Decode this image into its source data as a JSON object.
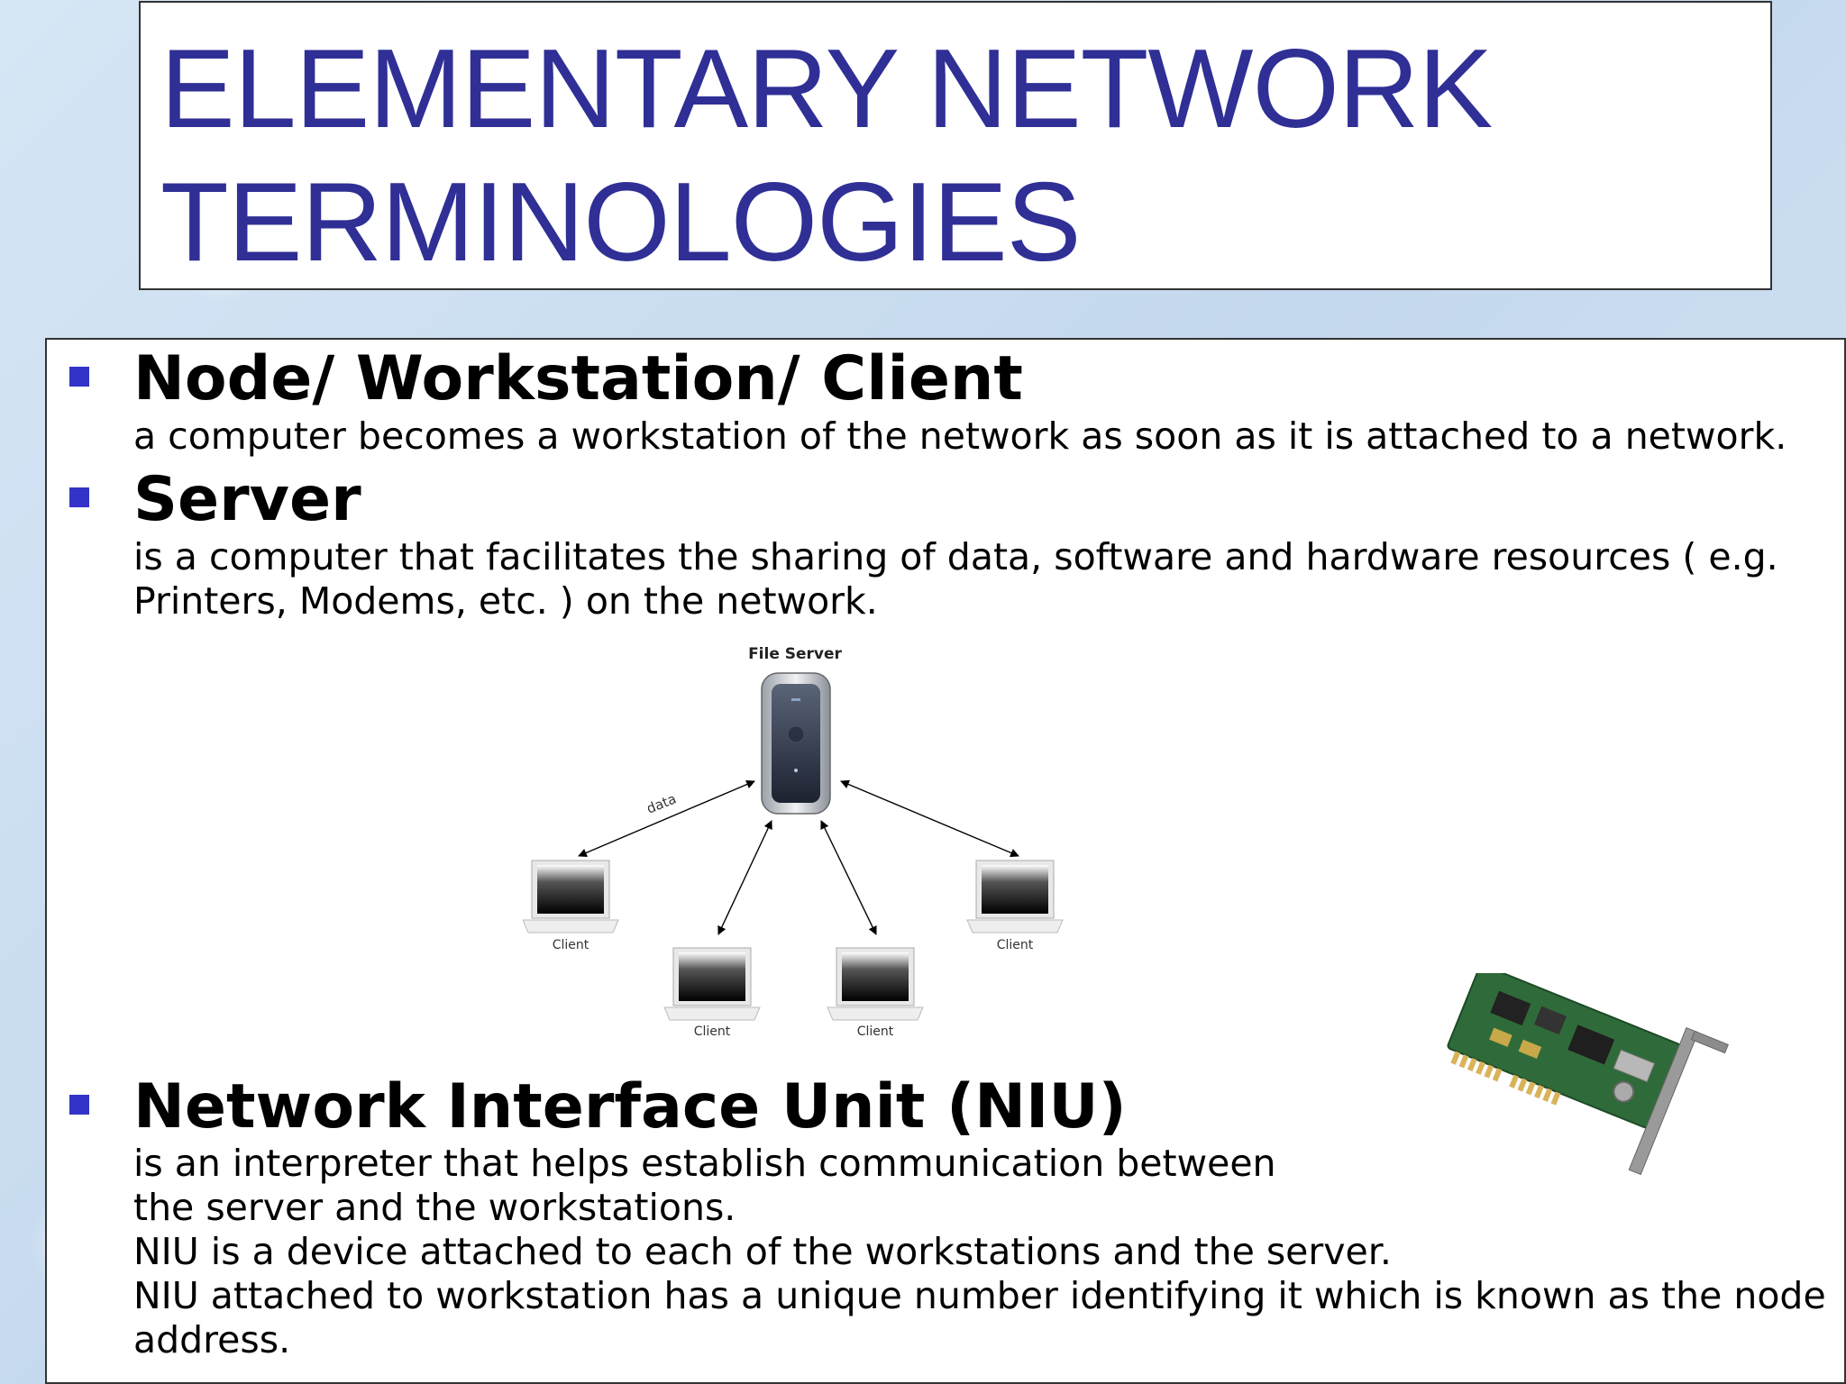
{
  "title": {
    "line1": "ELEMENTARY NETWORK",
    "line2": "TERMINOLOGIES"
  },
  "terms": [
    {
      "heading": "Node/ Workstation/ Client",
      "description": [
        "a computer becomes a workstation of the network as soon as it is attached to a network."
      ]
    },
    {
      "heading": "Server",
      "description": [
        "is a computer that facilitates the sharing of data, software and hardware resources ( e.g.",
        "Printers, Modems, etc. ) on the network."
      ]
    },
    {
      "heading": "Network Interface Unit (NIU)",
      "description": [
        "is an interpreter that helps establish communication between",
        "the server and the workstations.",
        "NIU is a device attached to each of the workstations and the server.",
        "NIU attached to workstation has a unique number identifying it which is known as the node",
        "address."
      ]
    }
  ],
  "diagram": {
    "server_label": "File Server",
    "arrow_label": "data",
    "client_labels": [
      "Client",
      "Client",
      "Client",
      "Client"
    ]
  },
  "colors": {
    "title": "#2f2f96",
    "bullet": "#3333c8"
  }
}
